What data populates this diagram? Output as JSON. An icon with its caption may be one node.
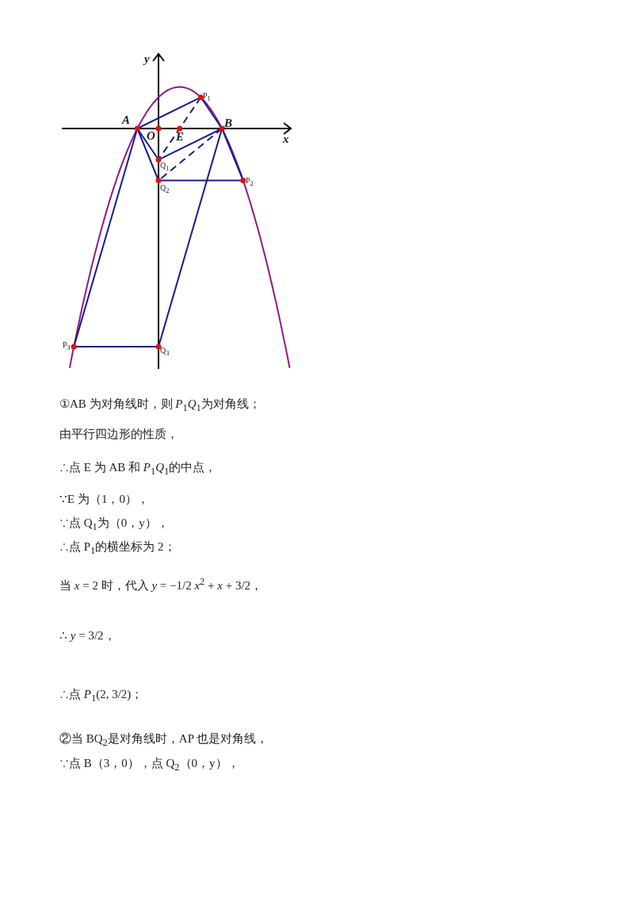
{
  "diagram": {
    "labels": [
      "y",
      "A",
      "O",
      "E",
      "B",
      "x",
      "P$_{1}$",
      "Q$_{1}$",
      "Q$_{2}$",
      "P$_{2}$",
      "P$_{3}$",
      "Q$_{3}$",
      "①AB 为对角线时，则 *P*$_{1}$*Q*$_{1}$为对角线；",
      "由平行四边形的性质，",
      "∴点 E 为 AB 和 *P*$_{1}$*Q*$_{1}$的中点，",
      "∵E 为（1，0），",
      "∵点 Q$_{1}$为（0，y），",
      "∴点 P$_{1}$的横坐标为 2；",
      "当 *x* = 2 时，代入 *y* = −1/2 *x*$^{2}$ + *x* + 3/2，",
      "∴ *y* = 3/2，",
      "∴点 *P*$_{1}$(2, 3/2)；",
      "②当 BQ$_{2}$是对角线时，AP 也是对角线，",
      "∵点 B（3，0），点 Q$_{2}$（0，y），"
    ]
  }
}
